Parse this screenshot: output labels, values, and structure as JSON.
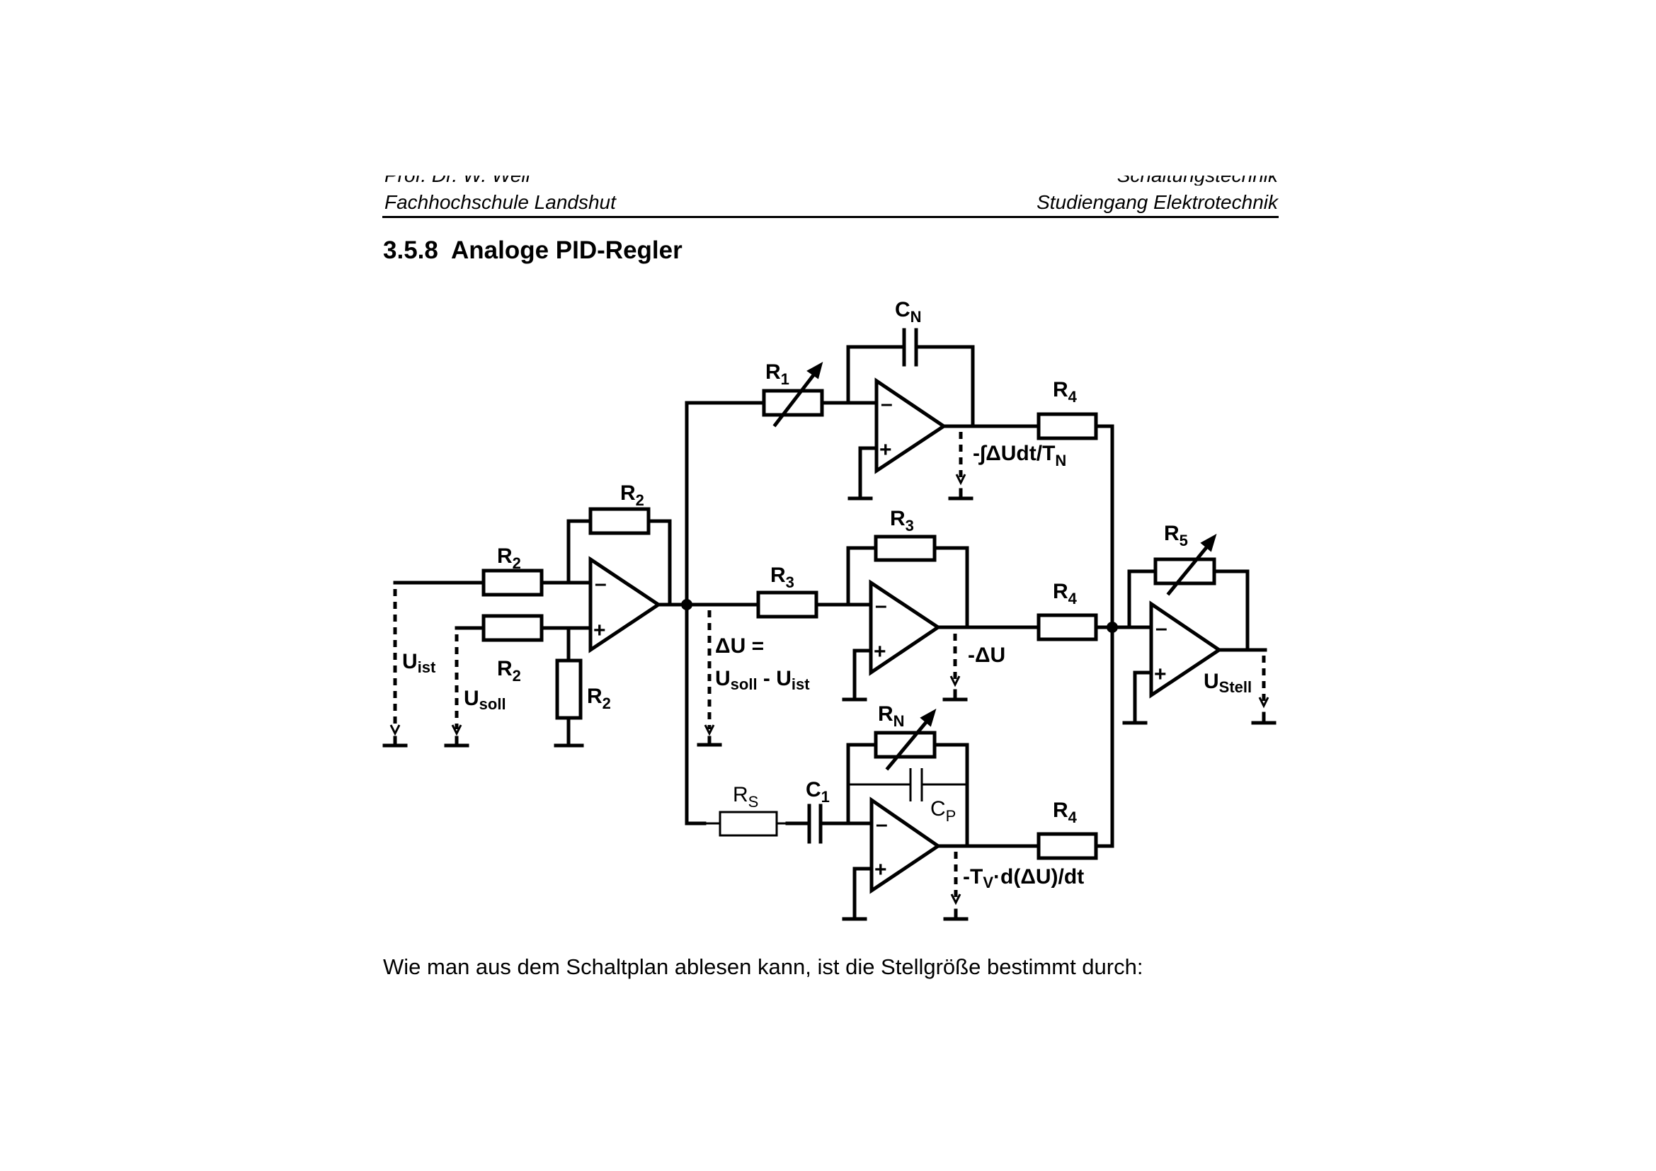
{
  "header": {
    "left_cut": "Prof. Dr. W. Weil",
    "right_cut": "Schaltungstechnik",
    "left": "Fachhochschule Landshut",
    "right": "Studiengang Elektrotechnik"
  },
  "section": {
    "heading": "3.5.8  Analoge PID-Regler"
  },
  "circuit": {
    "labels": {
      "r2_feedback": {
        "main": "R",
        "sub": "2"
      },
      "r2_in_ist": {
        "main": "R",
        "sub": "2"
      },
      "r2_in_soll": {
        "main": "R",
        "sub": "2"
      },
      "r2_ground": {
        "main": "R",
        "sub": "2"
      },
      "u_ist": {
        "main": "U",
        "sub": "ist"
      },
      "u_soll": {
        "main": "U",
        "sub": "soll"
      },
      "delta_u_line1": "ΔU =",
      "delta_u_line2": {
        "a": "U",
        "a_sub": "soll",
        "mid": " - U",
        "b_sub": "ist"
      },
      "r1": {
        "main": "R",
        "sub": "1"
      },
      "cn": {
        "main": "C",
        "sub": "N"
      },
      "integral_out": {
        "main": "-∫ΔUdt/T",
        "sub": "N"
      },
      "r3_in": {
        "main": "R",
        "sub": "3"
      },
      "r3_feedback": {
        "main": "R",
        "sub": "3"
      },
      "prop_out": "-ΔU",
      "rn": {
        "main": "R",
        "sub": "N"
      },
      "rs": {
        "main": "R",
        "sub": "S"
      },
      "c1": {
        "main": "C",
        "sub": "1"
      },
      "cp": {
        "main": "C",
        "sub": "P"
      },
      "deriv_out": {
        "a": "-T",
        "a_sub": "V",
        "b": "·d(ΔU)/dt"
      },
      "r4_top": {
        "main": "R",
        "sub": "4"
      },
      "r4_mid": {
        "main": "R",
        "sub": "4"
      },
      "r4_bot": {
        "main": "R",
        "sub": "4"
      },
      "r5": {
        "main": "R",
        "sub": "5"
      },
      "u_stell": {
        "main": "U",
        "sub": "Stell"
      },
      "minus": "–",
      "plus": "+"
    }
  },
  "body": {
    "text": "Wie man aus dem Schaltplan ablesen kann, ist die Stellgröße bestimmt durch:"
  }
}
